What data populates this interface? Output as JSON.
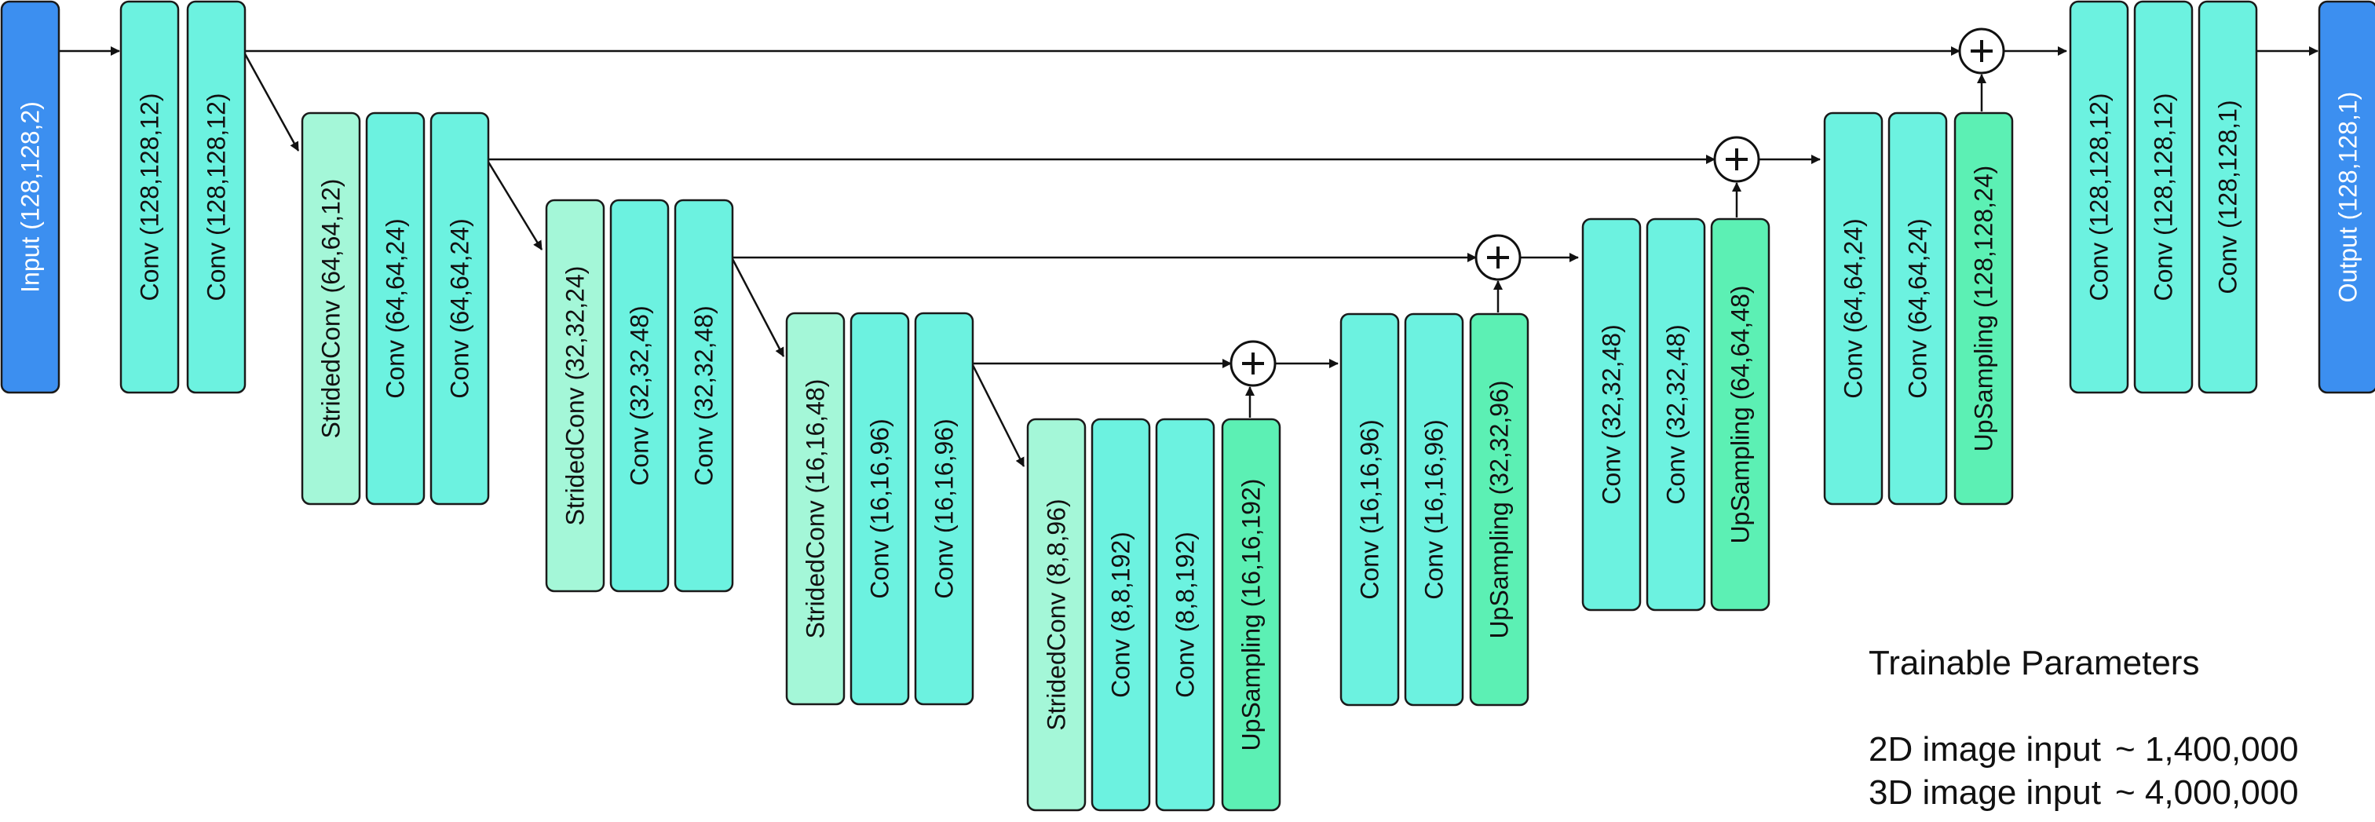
{
  "layers": {
    "input": "Input (128,128,2)",
    "enc1_conv1": "Conv (128,128,12)",
    "enc1_conv2": "Conv (128,128,12)",
    "enc2_strided": "StridedConv (64,64,12)",
    "enc2_conv1": "Conv (64,64,24)",
    "enc2_conv2": "Conv (64,64,24)",
    "enc3_strided": "StridedConv (32,32,24)",
    "enc3_conv1": "Conv (32,32,48)",
    "enc3_conv2": "Conv (32,32,48)",
    "enc4_strided": "StridedConv (16,16,48)",
    "enc4_conv1": "Conv (16,16,96)",
    "enc4_conv2": "Conv (16,16,96)",
    "bott_strided": "StridedConv (8,8,96)",
    "bott_conv1": "Conv (8,8,192)",
    "bott_conv2": "Conv (8,8,192)",
    "bott_up": "UpSampling (16,16,192)",
    "dec4_conv1": "Conv (16,16,96)",
    "dec4_conv2": "Conv (16,16,96)",
    "dec4_up": "UpSampling (32,32,96)",
    "dec3_conv1": "Conv (32,32,48)",
    "dec3_conv2": "Conv (32,32,48)",
    "dec3_up": "UpSampling (64,64,48)",
    "dec2_conv1": "Conv (64,64,24)",
    "dec2_conv2": "Conv (64,64,24)",
    "dec2_up": "UpSampling (128,128,24)",
    "dec1_conv1": "Conv (128,128,12)",
    "dec1_conv2": "Conv (128,128,12)",
    "dec1_conv3": "Conv (128,128,1)",
    "output": "Output (128,128,1)"
  },
  "trainable": {
    "title": "Trainable Parameters",
    "rows": [
      {
        "label": "2D image input",
        "value": "~ 1,400,000"
      },
      {
        "label": "3D image input",
        "value": "~ 4,000,000"
      }
    ]
  },
  "colors": {
    "io": "#3c8ff0",
    "conv": "#6cf2e0",
    "strided": "#a4f7d8",
    "upsampling": "#5cf0b4",
    "stroke": "#1a1a1a"
  }
}
